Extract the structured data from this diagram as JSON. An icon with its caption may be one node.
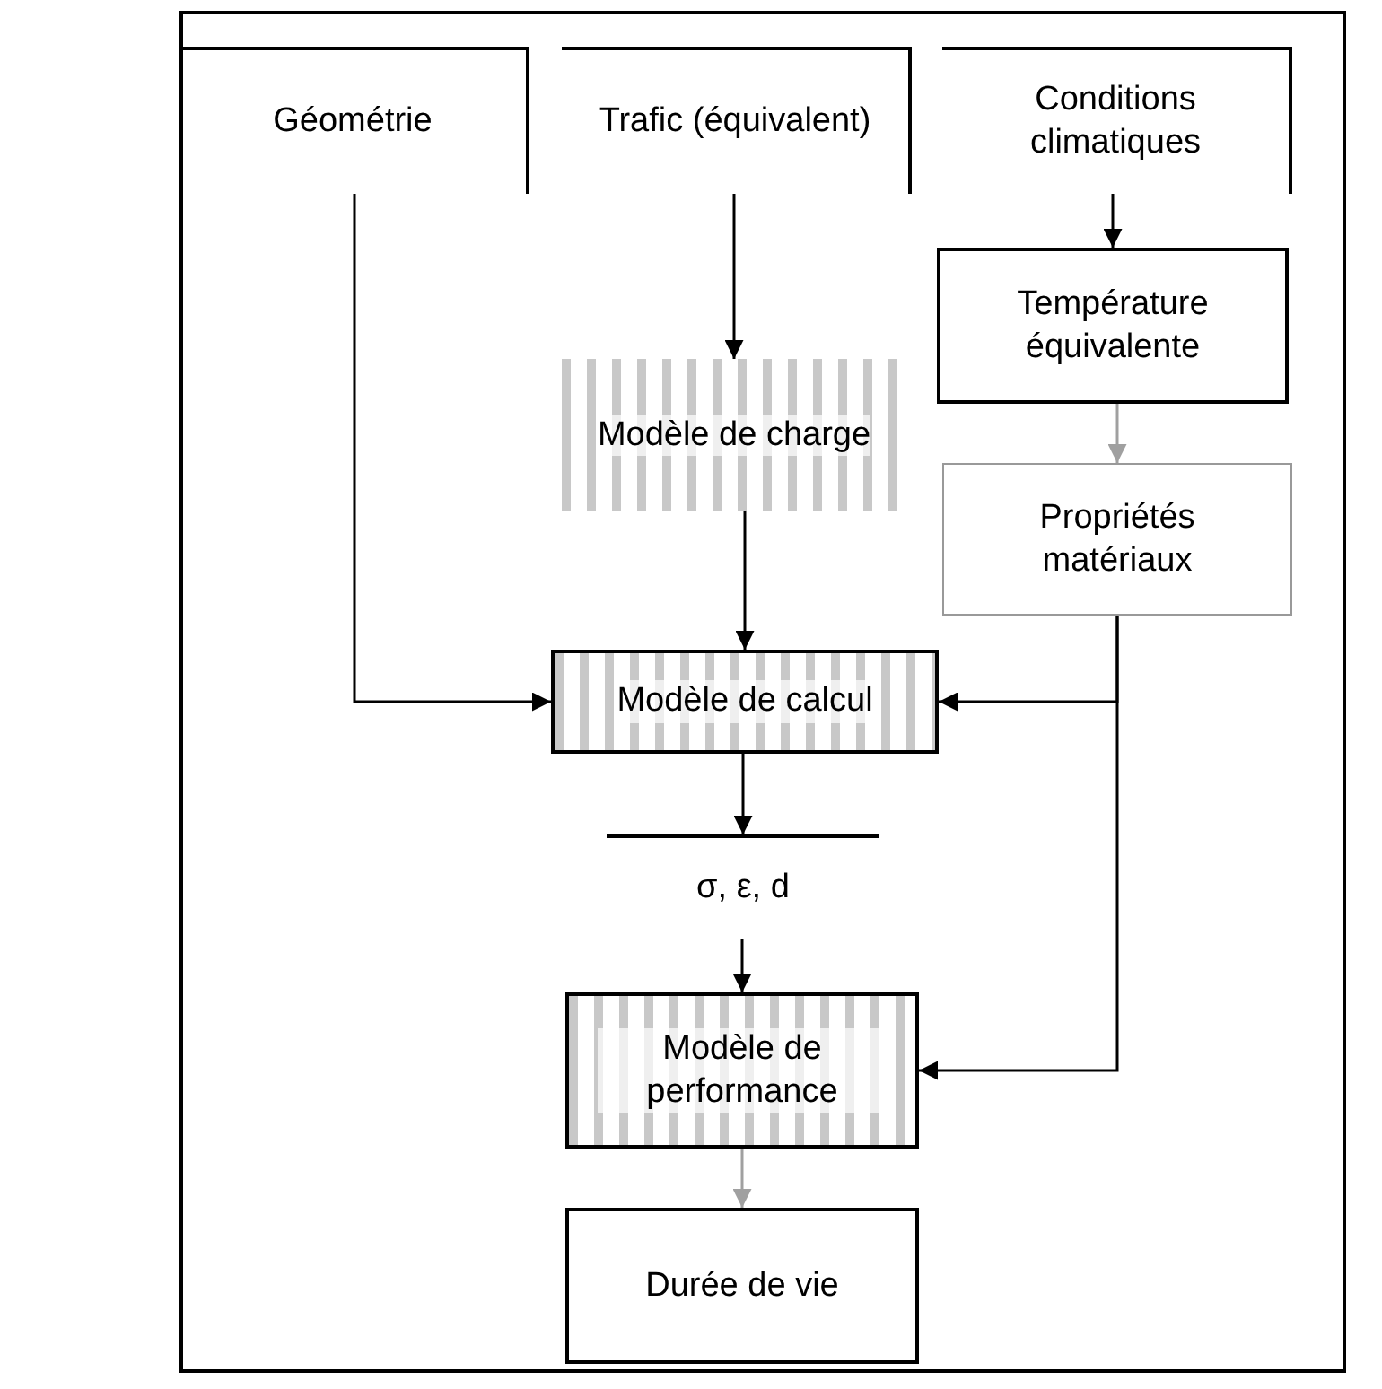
{
  "diagram": {
    "nodes": [
      {
        "text": [
          "Géométrie"
        ]
      },
      {
        "text": [
          "Trafic (équivalent)"
        ]
      },
      {
        "text": [
          "Conditions climatiques"
        ]
      },
      {
        "text": [
          "Température équivalente"
        ]
      },
      {
        "text": [
          "Modèle de charge"
        ]
      },
      {
        "text": [
          "Propriétés matériaux"
        ]
      },
      {
        "text": [
          "Modèle de calcul"
        ]
      },
      {
        "text": [
          "σ, ε, d"
        ]
      },
      {
        "text": [
          "Modèle de performance"
        ]
      },
      {
        "text": [
          "Durée de vie"
        ]
      }
    ],
    "edges": [
      {
        "from": 1,
        "to": 4,
        "arrow": "to"
      },
      {
        "from": 2,
        "to": 3,
        "arrow": "to"
      },
      {
        "from": 3,
        "to": 5,
        "arrow": "to",
        "color": "#a0a0a0"
      },
      {
        "from": 0,
        "to": 6,
        "arrow": "to"
      },
      {
        "from": 4,
        "to": 6,
        "arrow": "to"
      },
      {
        "from": 5,
        "to": 6,
        "arrow": "to"
      },
      {
        "from": 6,
        "to": 7,
        "arrow": "to"
      },
      {
        "from": 7,
        "to": 8,
        "arrow": "to"
      },
      {
        "from": 5,
        "to": 8,
        "arrow": "to"
      },
      {
        "from": 8,
        "to": 9,
        "arrow": "to",
        "color": "#a0a0a0"
      }
    ]
  }
}
